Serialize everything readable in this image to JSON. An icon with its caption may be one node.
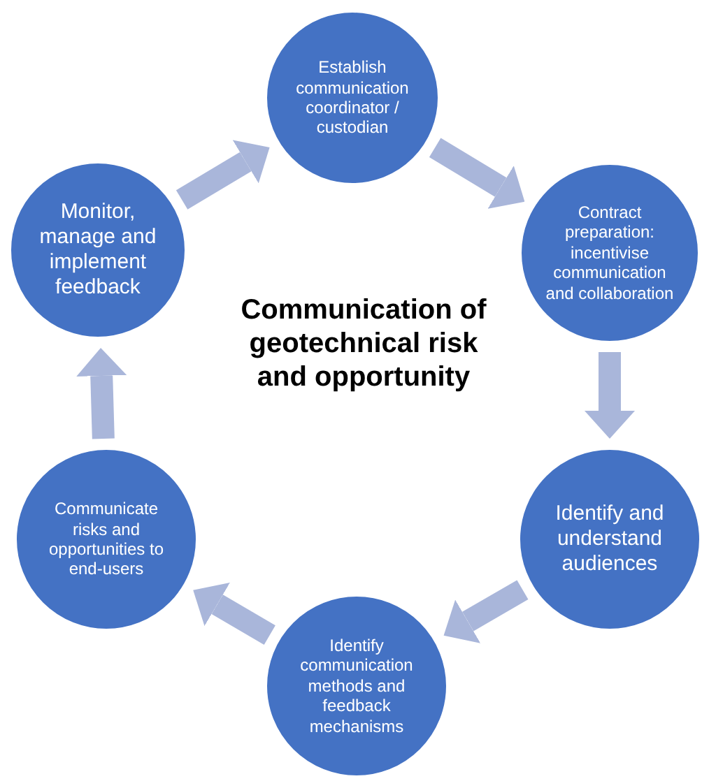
{
  "diagram": {
    "title": "Communication of geotechnical risk and opportunity",
    "nodes": [
      {
        "text": [
          "Establish communication coordinator / custodian"
        ]
      },
      {
        "text": [
          "Contract preparation: incentivise communication and collaboration"
        ]
      },
      {
        "text": [
          "Identify and understand audiences"
        ]
      },
      {
        "text": [
          "Identify communication methods and feedback mechanisms"
        ]
      },
      {
        "text": [
          "Communicate risks and opportunities to end-users"
        ]
      },
      {
        "text": [
          "Monitor, manage and implement feedback"
        ]
      }
    ],
    "edges": [
      {
        "from": 0,
        "to": 1,
        "arrow": "to"
      },
      {
        "from": 1,
        "to": 2,
        "arrow": "to"
      },
      {
        "from": 2,
        "to": 3,
        "arrow": "to"
      },
      {
        "from": 3,
        "to": 4,
        "arrow": "to"
      },
      {
        "from": 4,
        "to": 5,
        "arrow": "to"
      },
      {
        "from": 5,
        "to": 0,
        "arrow": "to"
      }
    ]
  }
}
